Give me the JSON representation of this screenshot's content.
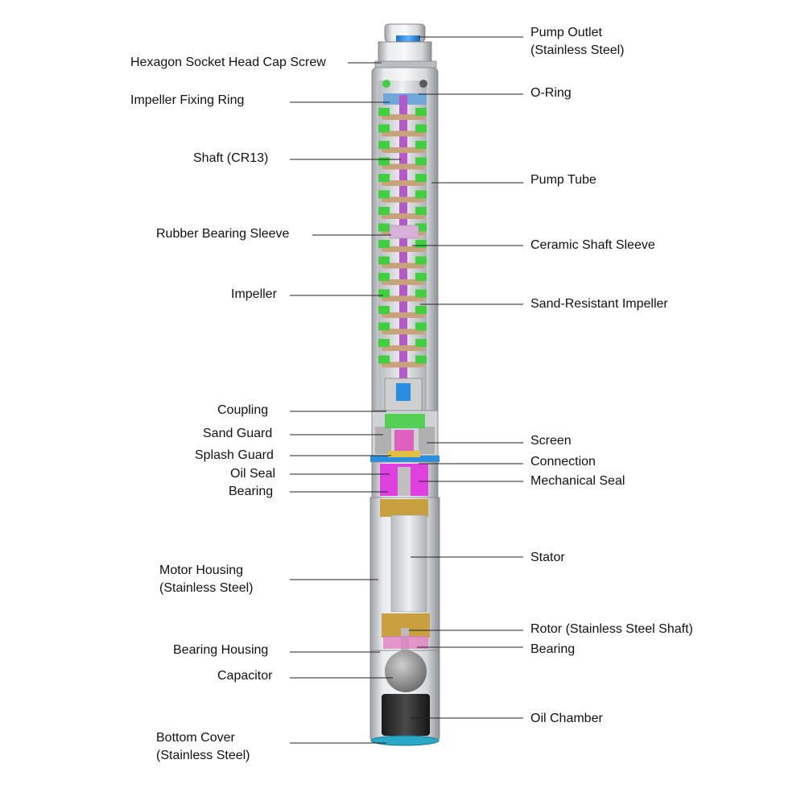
{
  "labels_left": [
    {
      "id": "hex-screw",
      "text": "Hexagon Socket Head Cap Screw"
    },
    {
      "id": "fixing-ring",
      "text": "Impeller Fixing Ring"
    },
    {
      "id": "shaft",
      "text": "Shaft (CR13)"
    },
    {
      "id": "rubber-bearing",
      "text": "Rubber Bearing Sleeve"
    },
    {
      "id": "impeller",
      "text": "Impeller"
    },
    {
      "id": "coupling",
      "text": "Coupling"
    },
    {
      "id": "sand-guard",
      "text": "Sand Guard"
    },
    {
      "id": "splash-guard",
      "text": "Splash Guard"
    },
    {
      "id": "oil-seal",
      "text": "Oil Seal"
    },
    {
      "id": "bearing-upper",
      "text": "Bearing"
    },
    {
      "id": "motor-housing",
      "text": "Motor Housing",
      "text2": "(Stainless Steel)"
    },
    {
      "id": "bearing-housing",
      "text": "Bearing Housing"
    },
    {
      "id": "capacitor",
      "text": "Capacitor"
    },
    {
      "id": "bottom-cover",
      "text": "Bottom Cover",
      "text2": "(Stainless Steel)"
    }
  ],
  "labels_right": [
    {
      "id": "pump-outlet",
      "text": "Pump Outlet",
      "text2": "(Stainless Steel)"
    },
    {
      "id": "o-ring",
      "text": "O-Ring"
    },
    {
      "id": "pump-tube",
      "text": "Pump Tube"
    },
    {
      "id": "ceramic-sleeve",
      "text": "Ceramic Shaft Sleeve"
    },
    {
      "id": "sand-impeller",
      "text": "Sand-Resistant Impeller"
    },
    {
      "id": "screen",
      "text": "Screen"
    },
    {
      "id": "connection",
      "text": "Connection"
    },
    {
      "id": "mechanical-seal",
      "text": "Mechanical Seal"
    },
    {
      "id": "stator",
      "text": "Stator"
    },
    {
      "id": "rotor",
      "text": "Rotor (Stainless Steel Shaft)"
    },
    {
      "id": "bearing-lower",
      "text": "Bearing"
    },
    {
      "id": "oil-chamber",
      "text": "Oil Chamber"
    }
  ],
  "colors": {
    "impeller_green": "#3fcf3f",
    "impeller_tan": "#c8a27a",
    "shaft_purple": "#b45ac8",
    "seal_magenta": "#e040e0",
    "outlet_blue": "#2a8ee0",
    "steel": "#d8dadc",
    "rotor_gold": "#c8a040",
    "capacitor_gray": "#8a8a8a",
    "oil_chamber": "#2a2a2a",
    "leader": "#222222"
  }
}
